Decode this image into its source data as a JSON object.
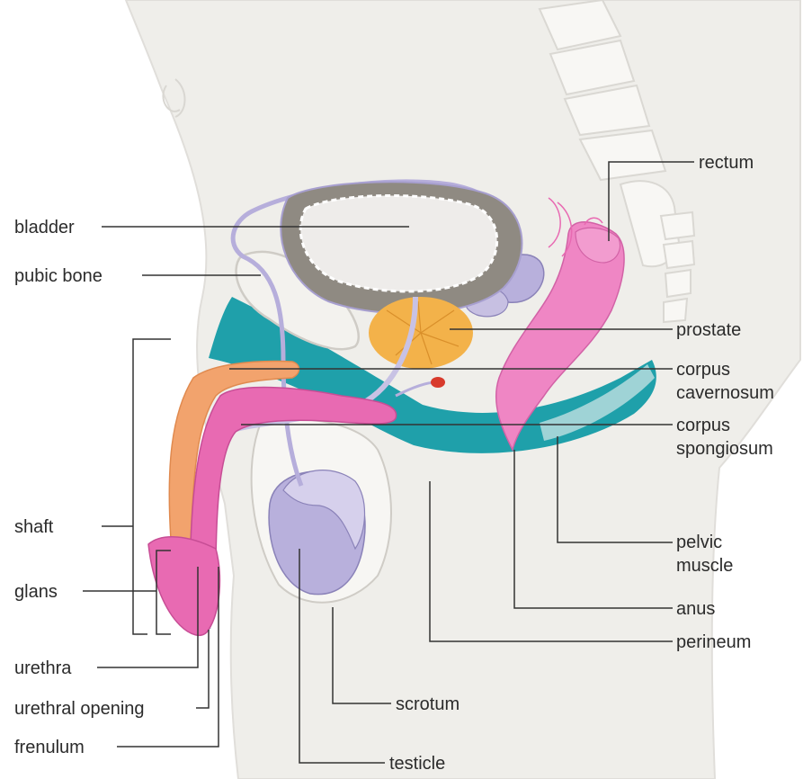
{
  "colors": {
    "body": "#efeeea",
    "body_outline": "#e0deda",
    "spine": "#f8f7f4",
    "bladder_outer": "#8f8a82",
    "bladder_inner": "#eeecea",
    "prostate": "#f3b24a",
    "rectum": "#ef86c4",
    "pink": "#e86ab2",
    "corpus_cavernosum": "#f2a36d",
    "muscle": "#1fa0aa",
    "testicle": "#b8b0dc",
    "vas_deferens": "#cdc7e6",
    "red_dot": "#d83a2c"
  },
  "labels": {
    "bladder": "bladder",
    "pubic_bone": "pubic bone",
    "shaft": "shaft",
    "glans": "glans",
    "urethra": "urethra",
    "urethral_opening": "urethral opening",
    "frenulum": "frenulum",
    "rectum": "rectum",
    "prostate": "prostate",
    "corpus_cavernosum": [
      "corpus",
      "cavernosum"
    ],
    "corpus_spongiosum": [
      "corpus",
      "spongiosum"
    ],
    "pelvic_muscle": [
      "pelvic",
      "muscle"
    ],
    "anus": "anus",
    "perineum": "perineum",
    "scrotum": "scrotum",
    "testicle": "testicle"
  }
}
